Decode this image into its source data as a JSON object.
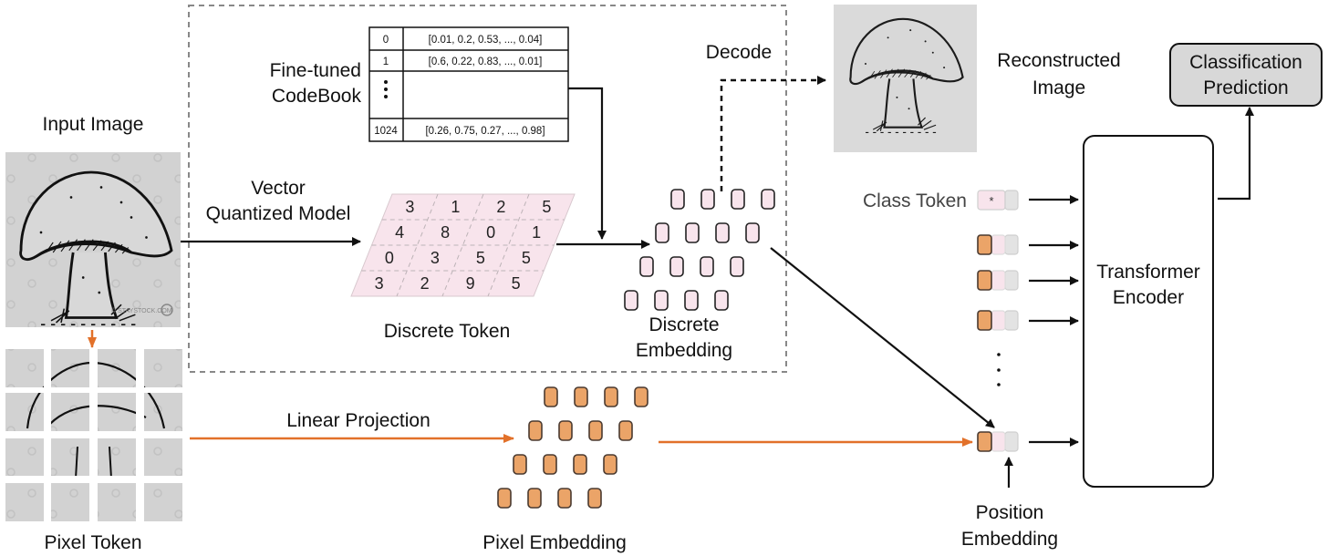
{
  "labels": {
    "input_image": "Input Image",
    "pixel_token": "Pixel Token",
    "fine_tuned_codebook_line1": "Fine-tuned",
    "fine_tuned_codebook_line2": "CodeBook",
    "vector_quantized_line1": "Vector",
    "vector_quantized_line2": "Quantized Model",
    "discrete_token": "Discrete Token",
    "discrete_embedding_line1": "Discrete",
    "discrete_embedding_line2": "Embedding",
    "decode": "Decode",
    "reconstructed_line1": "Reconstructed",
    "reconstructed_line2": "Image",
    "classification_line1": "Classification",
    "classification_line2": "Prediction",
    "class_token": "Class Token",
    "class_token_marker": "*",
    "transformer_line1": "Transformer",
    "transformer_line2": "Encoder",
    "linear_projection": "Linear Projection",
    "pixel_embedding": "Pixel Embedding",
    "position_line1": "Position",
    "position_line2": "Embedding",
    "watermark": "© STAYSTOCK.COM"
  },
  "codebook": {
    "rows": [
      {
        "index": "0",
        "vector": "[0.01, 0.2, 0.53, ..., 0.04]"
      },
      {
        "index": "1",
        "vector": "[0.6, 0.22, 0.83, ..., 0.01]"
      },
      {
        "index": "⋮",
        "vector": ""
      },
      {
        "index": "1024",
        "vector": "[0.26, 0.75, 0.27, ..., 0.98]"
      }
    ]
  },
  "discrete_tokens": [
    [
      "3",
      "1",
      "2",
      "5"
    ],
    [
      "4",
      "8",
      "0",
      "1"
    ],
    [
      "0",
      "3",
      "5",
      "5"
    ],
    [
      "3",
      "2",
      "9",
      "5"
    ]
  ],
  "colors": {
    "orange": "#E2712A",
    "orange_fill": "#EBA468",
    "pink_fill": "#F8E4EC",
    "grey_fill": "#E3E3E3",
    "image_grey": "#D2D2D2",
    "prediction_fill": "#D8D8D8",
    "dashed_border": "#888888"
  }
}
